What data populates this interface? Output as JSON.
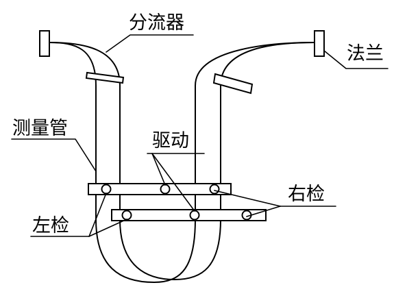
{
  "labels": {
    "splitter": "分流器",
    "flange": "法兰",
    "measuring_tube": "测量管",
    "drive": "驱动",
    "left_detector": "左检",
    "right_detector": "右检"
  },
  "colors": {
    "line": "#000000",
    "background": "#ffffff"
  }
}
